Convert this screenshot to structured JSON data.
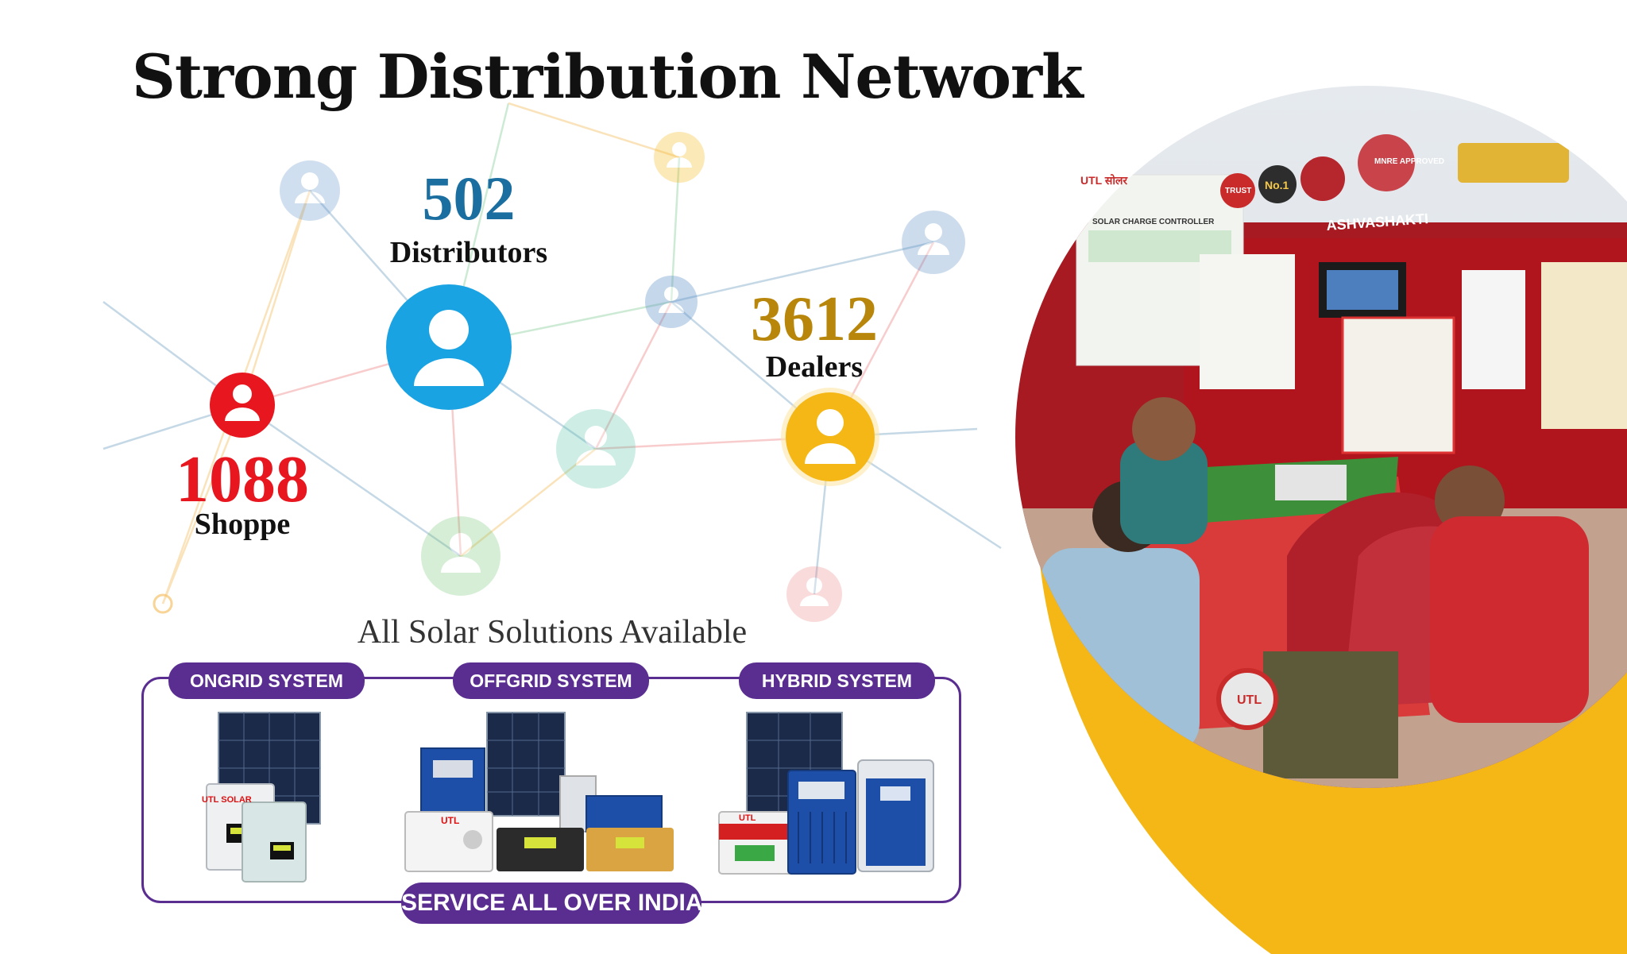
{
  "title": "Strong Distribution Network",
  "stats": {
    "distributors": {
      "value": "502",
      "label": "Distributors",
      "color": "#1b6fa0"
    },
    "dealers": {
      "value": "3612",
      "label": "Dealers",
      "color": "#b8860b"
    },
    "shoppe": {
      "value": "1088",
      "label": "Shoppe",
      "color": "#e8161f"
    }
  },
  "solutions": {
    "heading": "All Solar Solutions Available",
    "categories": [
      {
        "label": "ONGRID SYSTEM",
        "brand": "UTL SOLAR"
      },
      {
        "label": "OFFGRID SYSTEM",
        "brand": "UTL"
      },
      {
        "label": "HYBRID SYSTEM",
        "brand": "UTL"
      }
    ],
    "footer": "SERVICE ALL OVER INDIA"
  },
  "photo": {
    "signs": [
      "UTL सोलर",
      "SOLAR CHARGE CONTROLLER",
      "No.1",
      "MNRE APPROVED",
      "TRUST",
      "ASHVASHAKTI",
      "UTL"
    ]
  },
  "colors": {
    "accent_purple": "#5a2d91",
    "yellow": "#f5b716",
    "blue": "#1aa3e3",
    "red": "#e8161f"
  }
}
